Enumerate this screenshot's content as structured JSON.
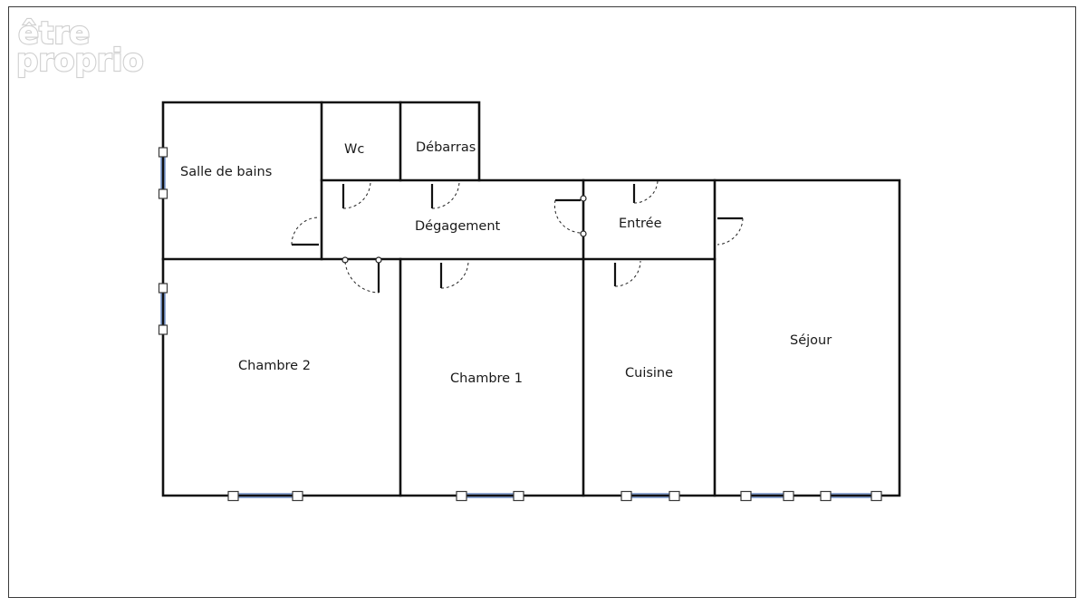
{
  "watermark": {
    "line1": "être",
    "line2": "proprio"
  },
  "rooms": [
    {
      "id": "salle-de-bains",
      "label": "Salle de bains"
    },
    {
      "id": "wc",
      "label": "Wc"
    },
    {
      "id": "debarras",
      "label": "Débarras"
    },
    {
      "id": "degagement",
      "label": "Dégagement"
    },
    {
      "id": "entree",
      "label": "Entrée"
    },
    {
      "id": "chambre-2",
      "label": "Chambre 2"
    },
    {
      "id": "chambre-1",
      "label": "Chambre 1"
    },
    {
      "id": "cuisine",
      "label": "Cuisine"
    },
    {
      "id": "sejour",
      "label": "Séjour"
    }
  ],
  "colors": {
    "walls": "#111111",
    "window_glass": "#5b7fc0",
    "watermark": "#d0d0d0"
  }
}
